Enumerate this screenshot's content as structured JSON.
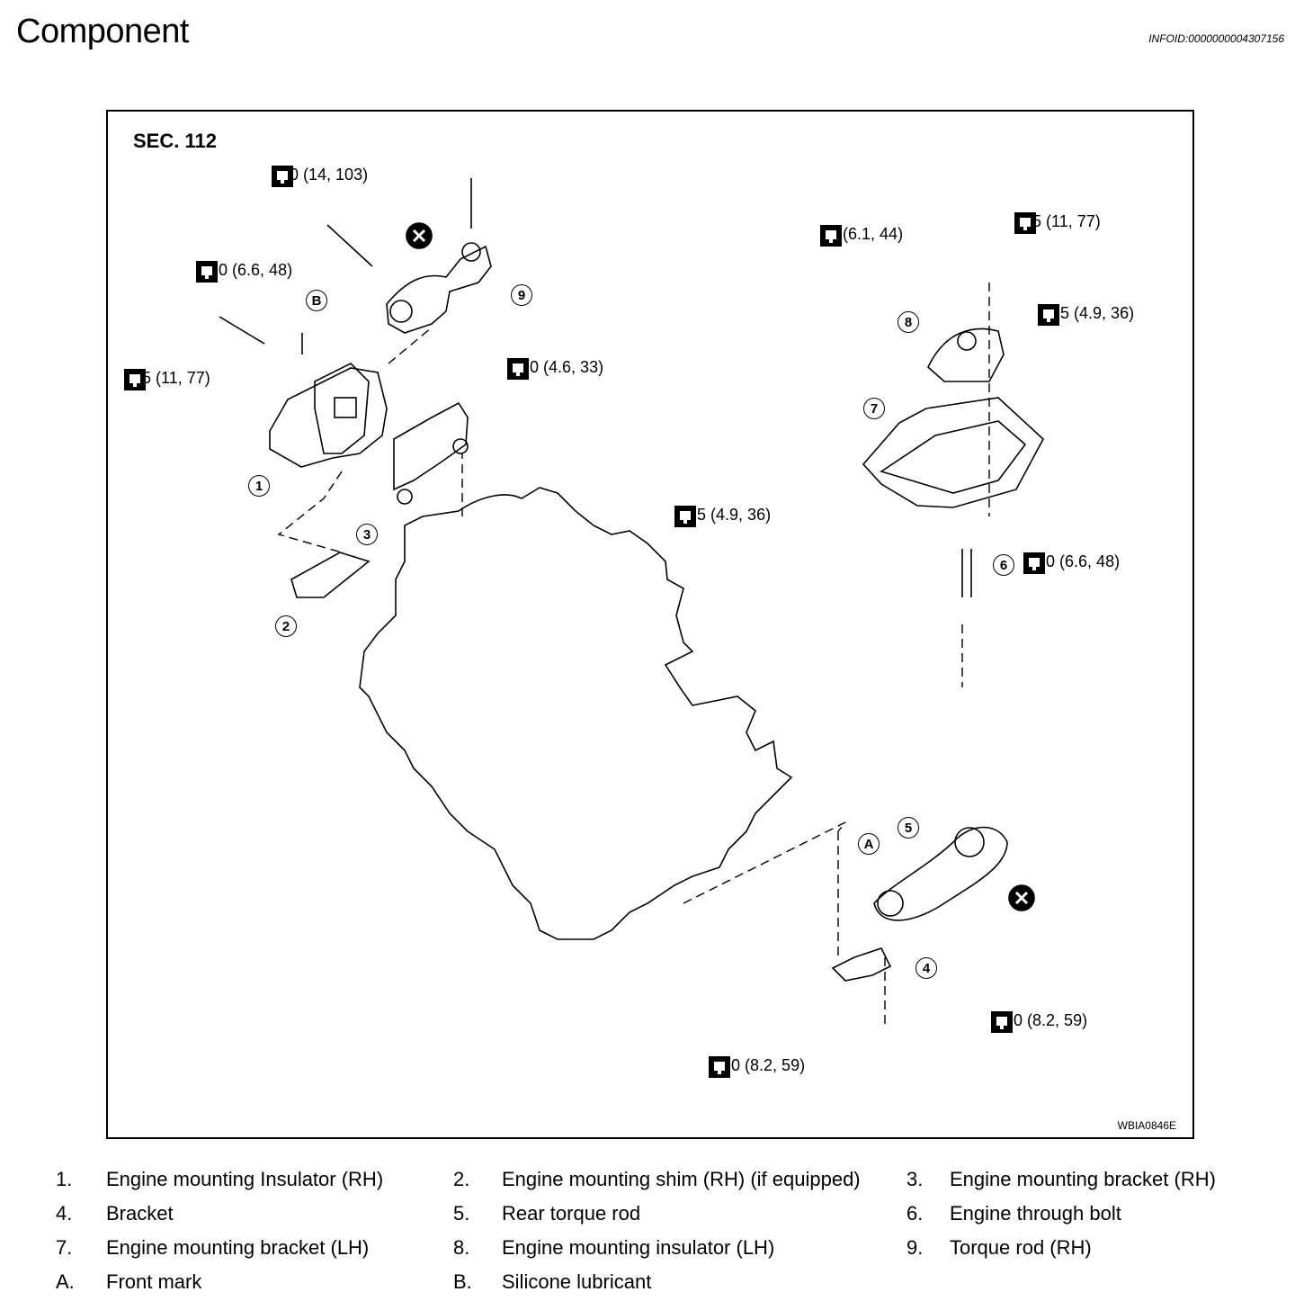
{
  "page": {
    "title": "Component",
    "info_id": "INFOID:0000000004307156"
  },
  "figure": {
    "section": "SEC. 112",
    "figure_id": "WBIA0846E",
    "torque_labels": [
      "140 (14, 103)",
      "65.0 (6.6, 48)",
      "105 (11, 77)",
      "45.0 (4.6, 33)",
      "60 (6.1, 44)",
      "105 (11, 77)",
      "48.5 (4.9, 36)",
      "48.5 (4.9, 36)",
      "65.0 (6.6, 48)",
      "80.0 (8.2, 59)",
      "80.0 (8.2, 59)"
    ],
    "callouts": [
      "1",
      "2",
      "3",
      "4",
      "5",
      "6",
      "7",
      "8",
      "9",
      "A",
      "B"
    ]
  },
  "legend": [
    {
      "num": "1.",
      "text": "Engine mounting Insulator (RH)"
    },
    {
      "num": "2.",
      "text": "Engine mounting shim (RH) (if equipped)"
    },
    {
      "num": "3.",
      "text": "Engine mounting bracket (RH)"
    },
    {
      "num": "4.",
      "text": "Bracket"
    },
    {
      "num": "5.",
      "text": "Rear torque rod"
    },
    {
      "num": "6.",
      "text": "Engine through bolt"
    },
    {
      "num": "7.",
      "text": "Engine mounting bracket (LH)"
    },
    {
      "num": "8.",
      "text": "Engine mounting insulator (LH)"
    },
    {
      "num": "9.",
      "text": "Torque rod (RH)"
    },
    {
      "num": "A.",
      "text": "Front mark"
    },
    {
      "num": "B.",
      "text": "Silicone lubricant"
    }
  ]
}
